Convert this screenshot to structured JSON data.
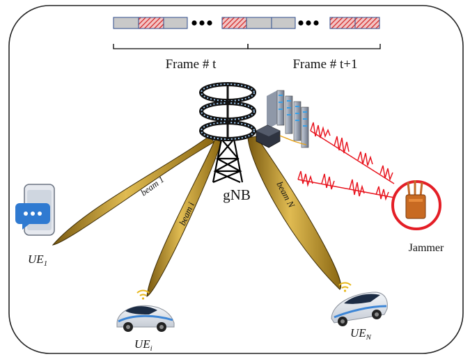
{
  "frames": {
    "frame_t": "Frame # t",
    "frame_t1": "Frame # t+1"
  },
  "base_station": {
    "label": "gNB"
  },
  "beams": [
    {
      "prefix": "beam ",
      "index": "1"
    },
    {
      "prefix": "beam ",
      "index": "i"
    },
    {
      "prefix": "beam ",
      "index": "N"
    }
  ],
  "users": [
    {
      "base": "UE",
      "sub": "1",
      "icon": "smartphone-chat-icon"
    },
    {
      "base": "UE",
      "sub": "i",
      "icon": "car-icon"
    },
    {
      "base": "UE",
      "sub": "N",
      "icon": "car-icon"
    }
  ],
  "jammer": {
    "label": "Jammer",
    "icon": "jammer-device-icon"
  },
  "colors": {
    "beam_fill": "#c8a032",
    "jam_signal": "#e8141e",
    "jammer_ring": "#e41e26",
    "slot_idle": "#c9c9c9",
    "slot_jammed": "#e03a3a",
    "car_body": "#3d86d6",
    "phone_bubble": "#2f7ad1"
  }
}
